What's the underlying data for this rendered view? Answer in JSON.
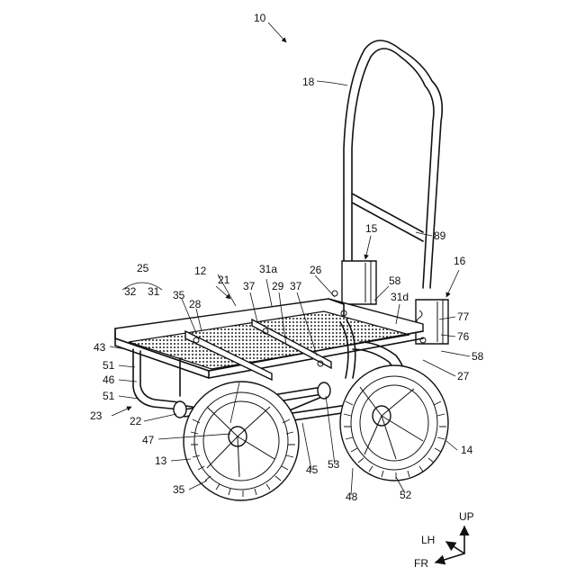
{
  "figure": {
    "main_ref": "10",
    "labels": {
      "l18": "18",
      "l89": "89",
      "l15": "15",
      "l16": "16",
      "l25": "25",
      "l32": "32",
      "l31": "31",
      "l12": "12",
      "l21": "21",
      "l31a": "31a",
      "l26": "26",
      "l58a": "58",
      "l31d": "31d",
      "l35a": "35",
      "l28": "28",
      "l37a": "37",
      "l29": "29",
      "l37b": "37",
      "l77": "77",
      "l76": "76",
      "l58b": "58",
      "l27": "27",
      "l43": "43",
      "l51a": "51",
      "l46": "46",
      "l51b": "51",
      "l23": "23",
      "l22": "22",
      "l47": "47",
      "l13": "13",
      "l35b": "35",
      "l45": "45",
      "l53": "53",
      "l48": "48",
      "l52": "52",
      "l14": "14"
    },
    "axes": {
      "up": "UP",
      "lh": "LH",
      "fr": "FR"
    }
  }
}
